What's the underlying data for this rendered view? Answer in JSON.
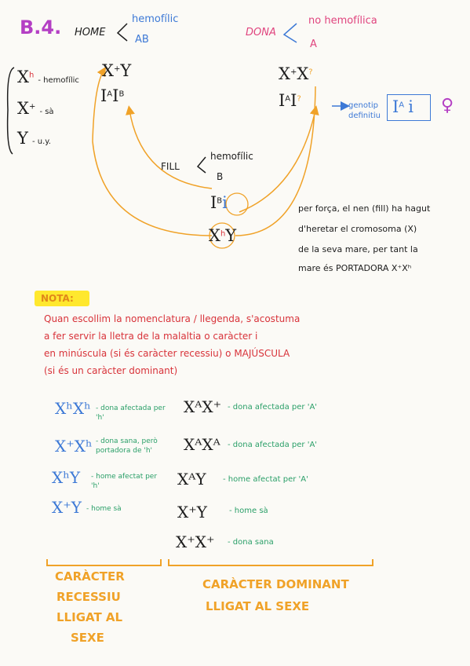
{
  "header": {
    "section": "B.4.",
    "home_label": "HOME",
    "home_options": [
      "hemofílic",
      "AB"
    ],
    "dona_label": "DONA",
    "dona_options": [
      "no hemofílica",
      "A"
    ]
  },
  "legend": {
    "items": [
      {
        "gene": "X",
        "allele": "h",
        "desc": "- hemofílic"
      },
      {
        "gene": "X",
        "allele": "+",
        "desc": "- sà"
      },
      {
        "gene": "Y",
        "allele": "",
        "desc": "- u.y."
      }
    ]
  },
  "father": {
    "sex": "X",
    "sex_sup": "+",
    "sex_y": "Y",
    "blood": "I",
    "blood_sup1": "A",
    "blood2": "I",
    "blood_sup2": "B"
  },
  "mother": {
    "sex": "X",
    "sex_sup": "+",
    "sex2": "X",
    "sex_sup2": "?",
    "blood": "I",
    "blood_sup1": "A",
    "blood2": "I",
    "blood_sup2": "?"
  },
  "mother_note": {
    "arrow_text": "genotip definitiu",
    "genotype_I": "I",
    "genotype_sup": "A",
    "genotype_i": "i",
    "female_symbol": "♀"
  },
  "fill": {
    "label": "FILL",
    "options": [
      "hemofílic",
      "B"
    ],
    "blood": "I",
    "blood_sup": "B",
    "blood_i": "i",
    "sex": "X",
    "sex_sup": "h",
    "sex_y": "Y"
  },
  "explanation": [
    "per força, el nen (fill) ha hagut",
    "d'heretar el cromosoma (X)",
    "de la seva mare, per tant la",
    "mare és PORTADORA  X⁺Xʰ"
  ],
  "nota": {
    "label": "NOTA:",
    "lines": [
      "Quan escollim la nomenclatura / llegenda, s'acostuma",
      "a fer servir la lletra de la malaltia o caràcter i",
      "en minúscula (si és caràcter recessiu) o MAJÚSCULA",
      "(si és un caràcter dominant)"
    ]
  },
  "recessive": [
    {
      "genotype": "XʰXʰ",
      "desc": "- dona afectada per 'h'"
    },
    {
      "genotype": "X⁺Xʰ",
      "desc": "- dona sana, però portadora de 'h'"
    },
    {
      "genotype": "XʰY",
      "desc": "- home afectat per 'h'"
    },
    {
      "genotype": "X⁺Y",
      "desc": "- home sà"
    }
  ],
  "dominant": [
    {
      "genotype": "XᴬX⁺",
      "desc": "- dona afectada per 'A'"
    },
    {
      "genotype": "XᴬXᴬ",
      "desc": "- dona afectada per 'A'"
    },
    {
      "genotype": "XᴬY",
      "desc": "- home afectat per 'A'"
    },
    {
      "genotype": "X⁺Y",
      "desc": "- home sà"
    },
    {
      "genotype": "X⁺X⁺",
      "desc": "- dona sana"
    }
  ],
  "footer": {
    "recessive_title": [
      "CARÀCTER",
      "RECESSIU",
      "LLIGAT AL",
      "SEXE"
    ],
    "dominant_title": [
      "CARÀCTER DOMINANT",
      "LLIGAT AL SEXE"
    ]
  }
}
